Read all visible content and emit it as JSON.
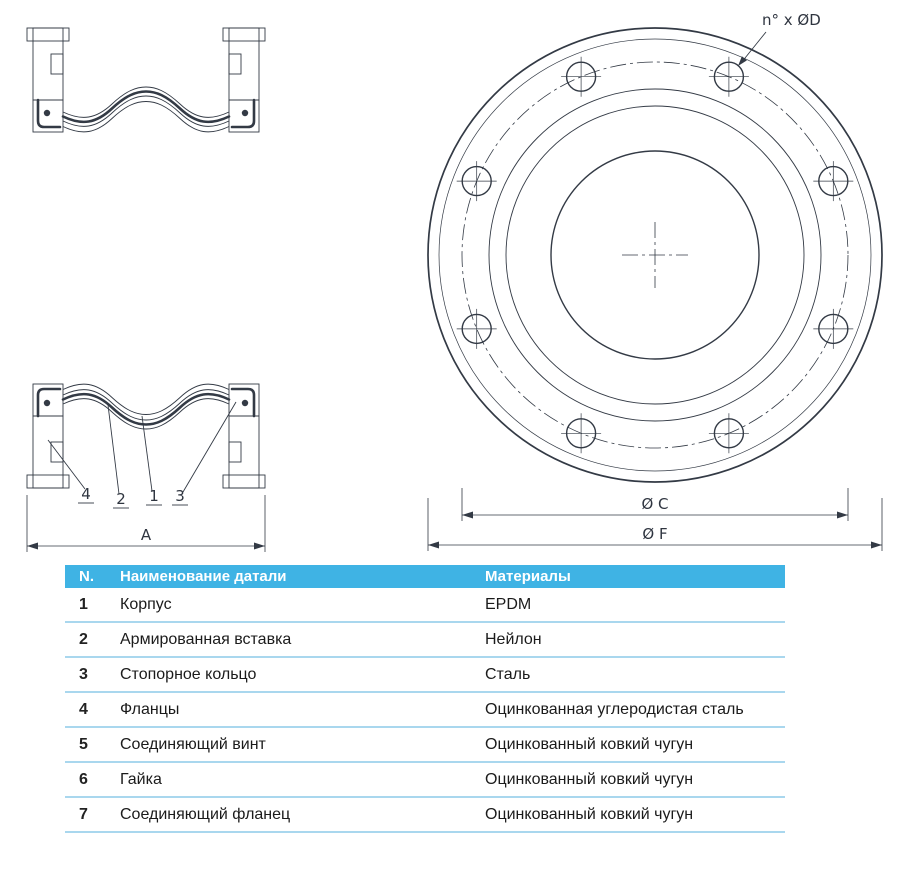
{
  "drawing": {
    "line_color": "#333a45",
    "section_view": {
      "part_labels": {
        "p4": "4",
        "p2": "2",
        "p1": "1",
        "p3": "3"
      },
      "dim_a": "A"
    },
    "front_view": {
      "bolt_note": "n° x ØD",
      "dim_c": "Ø C",
      "dim_f": "Ø F"
    }
  },
  "table": {
    "header_bg": "#3fb3e4",
    "divider_color": "#a9d7ee",
    "headers": {
      "num": "N.",
      "name": "Наименование датали",
      "material": "Материалы"
    },
    "rows": [
      {
        "n": "1",
        "name": "Корпус",
        "material": "EPDM"
      },
      {
        "n": "2",
        "name": "Армированная вставка",
        "material": "Нейлон"
      },
      {
        "n": "3",
        "name": "Стопорное кольцо",
        "material": "Сталь"
      },
      {
        "n": "4",
        "name": "Фланцы",
        "material": "Оцинкованная углеродистая сталь"
      },
      {
        "n": "5",
        "name": "Соединяющий винт",
        "material": "Оцинкованный ковкий чугун"
      },
      {
        "n": "6",
        "name": "Гайка",
        "material": "Оцинкованный ковкий чугун"
      },
      {
        "n": "7",
        "name": "Соединяющий фланец",
        "material": "Оцинкованный ковкий чугун"
      }
    ]
  }
}
